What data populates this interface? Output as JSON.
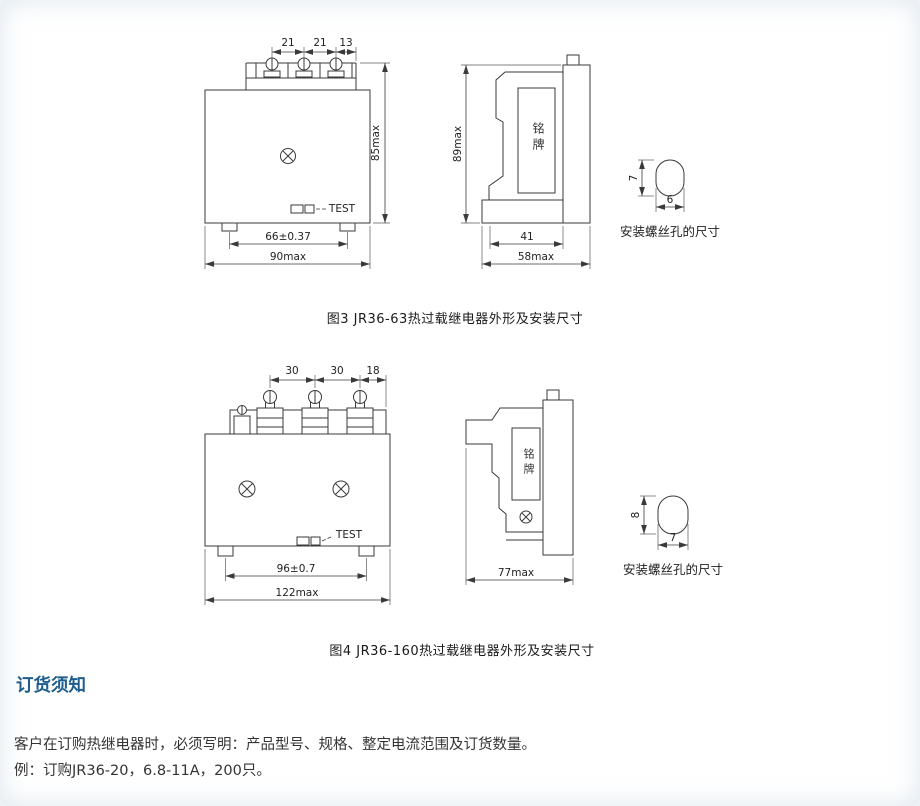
{
  "colors": {
    "accent_heading": "#1c5d8d",
    "line": "#3a3a3a",
    "page_bg": "#ffffff"
  },
  "fig3": {
    "caption": "图3 JR36-63热过载继电器外形及安装尺寸",
    "front": {
      "dim1": "21",
      "dim2": "21",
      "dim3": "13",
      "height": "85max",
      "holes": "66±0.37",
      "width": "90max",
      "test": "TEST"
    },
    "side": {
      "height": "89max",
      "nameplate": "铭牌",
      "inner": "41",
      "width": "58max"
    },
    "hole": {
      "h": "7",
      "w": "6",
      "label": "安装螺丝孔的尺寸"
    }
  },
  "fig4": {
    "caption": "图4 JR36-160热过载继电器外形及安装尺寸",
    "front": {
      "dim1": "30",
      "dim2": "30",
      "dim3": "18",
      "holes": "96±0.7",
      "width": "122max",
      "test": "TEST"
    },
    "side": {
      "nameplate": "铭牌",
      "width": "77max"
    },
    "hole": {
      "h": "8",
      "w": "7",
      "label": "安装螺丝孔的尺寸"
    }
  },
  "ordering": {
    "heading": "订货须知",
    "line1": "客户在订购热继电器时，必须写明：产品型号、规格、整定电流范围及订货数量。",
    "line2": "例：订购JR36-20，6.8-11A，200只。"
  }
}
